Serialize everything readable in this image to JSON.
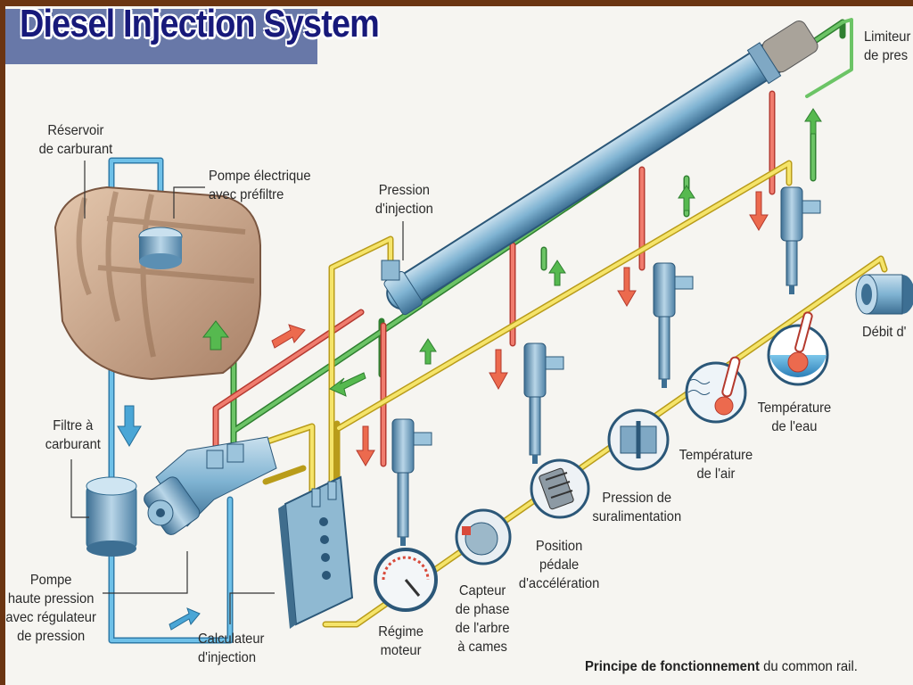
{
  "title": "Diesel Injection System",
  "labels": {
    "reservoir": "Réservoir\nde carburant",
    "pompe_electrique": "Pompe électrique\navec préfiltre",
    "filtre": "Filtre à\ncarburant",
    "pompe_hp": "Pompe\nhaute pression\navec régulateur\nde pression",
    "calculateur": "Calculateur\nd'injection",
    "pression_injection": "Pression\nd'injection",
    "limiteur": "Limiteur\nde pres",
    "debit": "Débit d'",
    "temp_eau": "Température\nde l'eau",
    "temp_air": "Température\nde l'air",
    "suralimentation": "Pression de\nsuralimentation",
    "pedale": "Position\npédale\nd'accélération",
    "capteur_phase": "Capteur\nde phase\nde l'arbre\nà cames",
    "regime": "Régime\nmoteur"
  },
  "caption": {
    "bold": "Principe de fonctionnement",
    "rest": " du common rail."
  },
  "colors": {
    "fuel_supply": "#4aa6d6",
    "high_pressure": "#e4665a",
    "return_line": "#4daa4a",
    "signal": "#f2df55",
    "metal": "#7fb3d2",
    "title_text": "#17197a",
    "title_block": "#6878a8",
    "frame": "#6b3512"
  },
  "icons": [
    "fuel-tank-icon",
    "fuel-filter-icon",
    "high-pressure-pump-icon",
    "ecu-icon",
    "common-rail-icon",
    "injector-icon",
    "gauge-icon",
    "thermometer-icon",
    "pressure-sensor-icon",
    "pedal-icon",
    "phase-sensor-icon",
    "flow-meter-icon",
    "flow-arrow-icon"
  ]
}
